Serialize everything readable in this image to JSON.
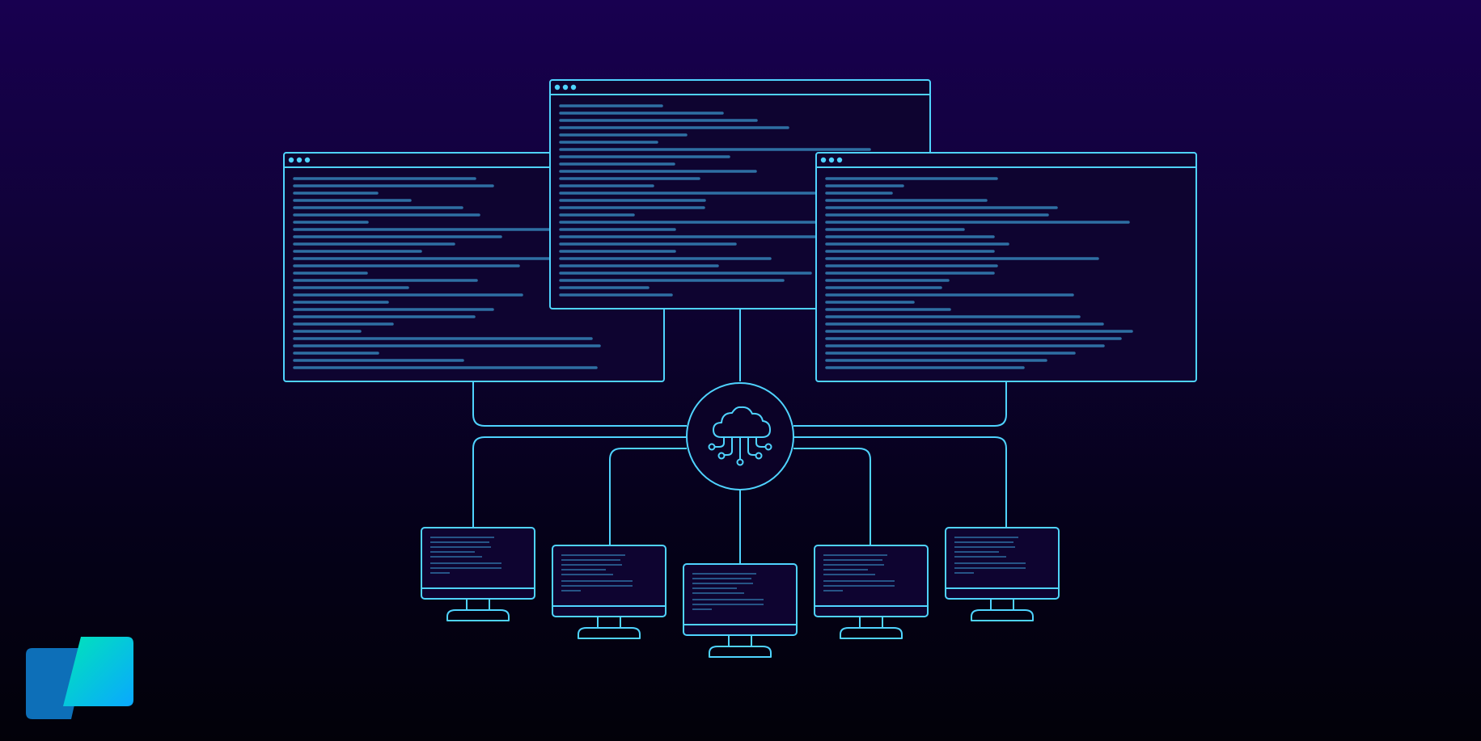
{
  "theme": {
    "line_color": "#4fd3ff",
    "text_line_color": "#2e6fa3",
    "panel_fill": "#0e0430",
    "logo_dark": "#0d6fb8",
    "logo_light_start": "#00e5b8",
    "logo_light_end": "#0aa8ff"
  },
  "diagram": {
    "hub": {
      "icon": "cloud-network-icon"
    },
    "windows": [
      {
        "name": "left-code-window",
        "controls": 3,
        "text_lines": 27
      },
      {
        "name": "center-code-window",
        "controls": 3,
        "text_lines": 27
      },
      {
        "name": "right-code-window",
        "controls": 3,
        "text_lines": 27
      }
    ],
    "clients": [
      {
        "name": "client-monitor-1",
        "icon": "monitor-icon"
      },
      {
        "name": "client-monitor-2",
        "icon": "monitor-icon"
      },
      {
        "name": "client-monitor-3",
        "icon": "monitor-icon"
      },
      {
        "name": "client-monitor-4",
        "icon": "monitor-icon"
      },
      {
        "name": "client-monitor-5",
        "icon": "monitor-icon"
      }
    ]
  },
  "logo": {
    "icon": "brand-logo-icon"
  }
}
